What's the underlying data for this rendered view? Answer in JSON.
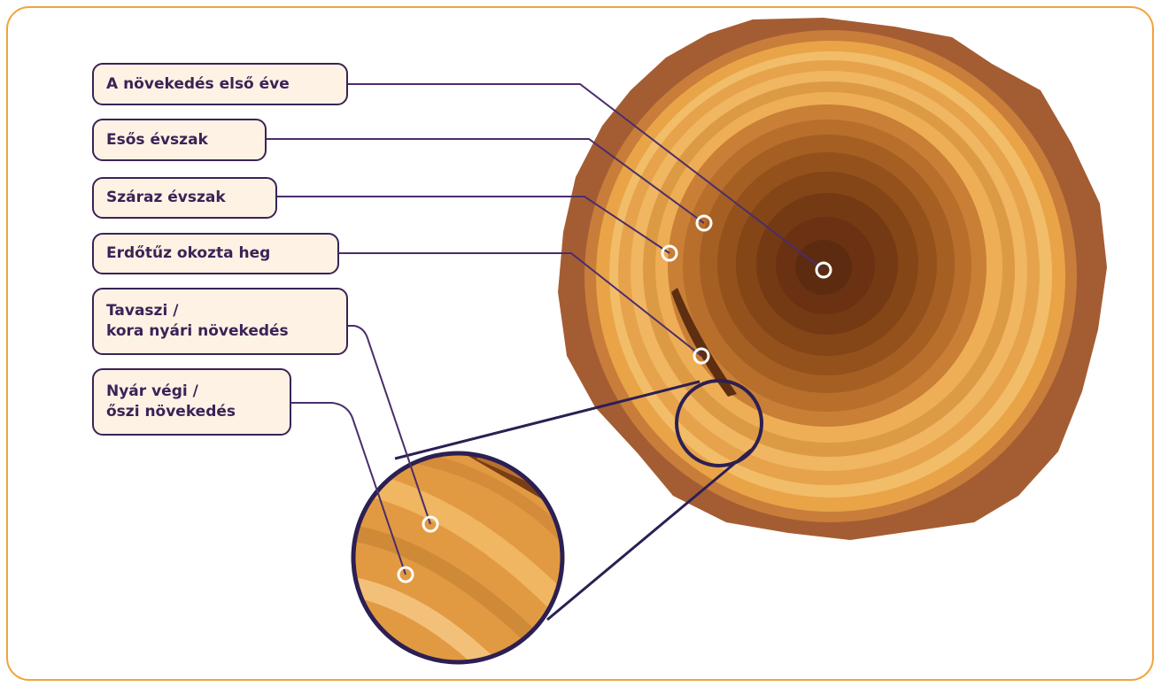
{
  "labels": {
    "first_year": "A növekedés első éve",
    "rainy_season": "Esős évszak",
    "dry_season": "Száraz évszak",
    "fire_scar": "Erdőtűz okozta heg",
    "spring_growth": [
      "Tavaszi /",
      "kora nyári növekedés"
    ],
    "autumn_growth": [
      "Nyár végi /",
      "őszi növekedés"
    ]
  },
  "colors": {
    "frame": "#f2a33a",
    "label_border": "#3a2356",
    "label_fill": "#fdf2e4",
    "leader_line": "#4b2d6b",
    "bark": "#a45d33",
    "sapwood": "#e9a447",
    "heartwood": "#6a3212"
  }
}
